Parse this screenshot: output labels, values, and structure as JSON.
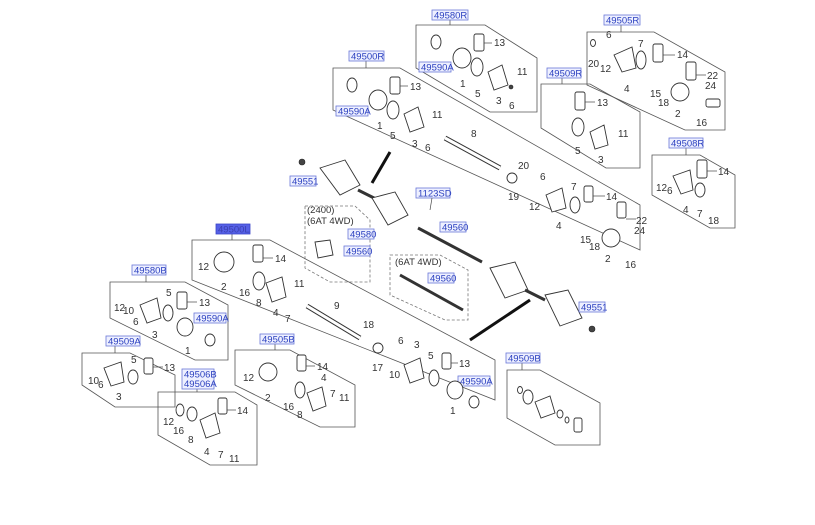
{
  "diagram": {
    "title": "Drive Shaft Assembly Parts Diagram",
    "callouts": {
      "r49580R": "49580R",
      "r49505R": "49505R",
      "r49500R": "49500R",
      "r49509R": "49509R",
      "r49508R": "49508R",
      "r49551a": "49551",
      "r1123SD": "1123SD",
      "r49560a": "49560",
      "r49560b": "49560",
      "r49560c": "49560",
      "r49580": "49580",
      "r49500L": "49500L",
      "r49580B": "49580B",
      "r49509A": "49509A",
      "r49506B": "49506B",
      "r49506A": "49506A",
      "r49505B": "49505B",
      "r49590A_1": "49590A",
      "r49590A_2": "49590A",
      "r49590A_3": "49590A",
      "r49590A_4": "49590A",
      "r49551b": "49551",
      "r49509B": "49509B"
    },
    "notes": {
      "engine": "(2400)",
      "trans1": "(6AT 4WD)",
      "trans2": "(6AT 4WD)"
    },
    "part_numbers": {
      "n1": "1",
      "n2": "2",
      "n3": "3",
      "n4": "4",
      "n5": "5",
      "n6": "6",
      "n7": "7",
      "n8": "8",
      "n9": "9",
      "n10": "10",
      "n11": "11",
      "n12": "12",
      "n13": "13",
      "n14": "14",
      "n15": "15",
      "n16": "16",
      "n17": "17",
      "n18": "18",
      "n19": "19",
      "n20": "20",
      "n22": "22",
      "n24": "24"
    },
    "selected_callout": "49500L",
    "colors": {
      "callout_text": "#2a3fbf",
      "callout_bg": "#eef0ff",
      "selected_bg": "#5560e6"
    }
  }
}
